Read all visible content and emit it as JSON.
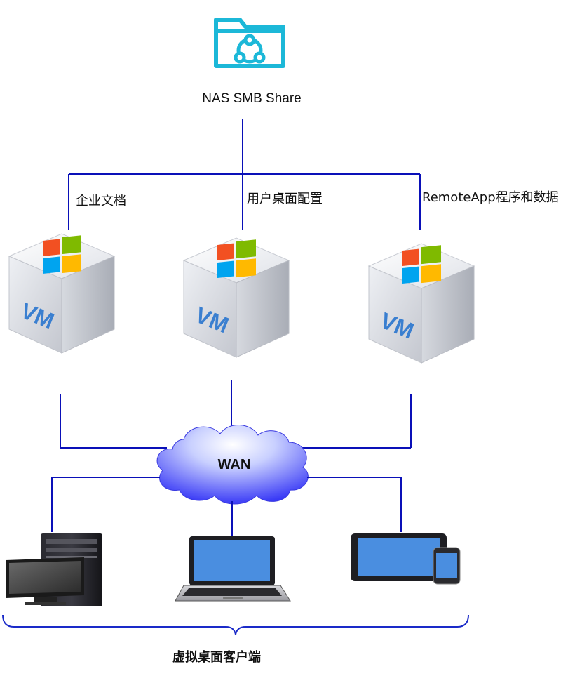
{
  "share": {
    "label": "NAS SMB Share",
    "icon": "folder-share-icon",
    "color": "#1cb8d8"
  },
  "shares": [
    {
      "label": "企业文档"
    },
    {
      "label": "用户桌面配置"
    },
    {
      "label": "RemoteApp程序和数据"
    }
  ],
  "vms": [
    {
      "label": "VM",
      "icon": "vm-cube-icon"
    },
    {
      "label": "VM",
      "icon": "vm-cube-icon"
    },
    {
      "label": "VM",
      "icon": "vm-cube-icon"
    }
  ],
  "network": {
    "label": "WAN",
    "icon": "cloud-icon",
    "color": "#4a4aff"
  },
  "clients": {
    "label": "虚拟桌面客户端",
    "devices": [
      {
        "icon": "desktop-pc-icon"
      },
      {
        "icon": "laptop-icon"
      },
      {
        "icon": "tablet-phone-icon"
      }
    ]
  },
  "colors": {
    "connector": "#0a10b8",
    "screen": "#4a8ee0",
    "device_body": "#1e1e22"
  }
}
